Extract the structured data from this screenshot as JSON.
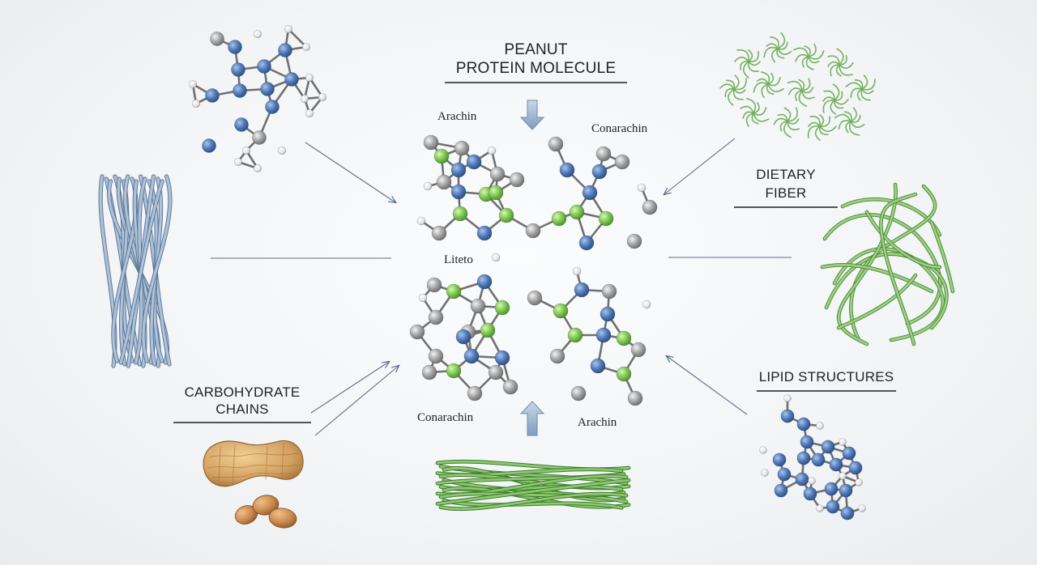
{
  "title": {
    "line1": "PEANUT",
    "line2": "PROTEIN MOLECULE"
  },
  "labels": {
    "arachin_top": "Arachin",
    "conarachin_top": "Conarachin",
    "liteto": "Liteto",
    "conarachin_bottom": "Conarachin",
    "arachin_bottom": "Arachin",
    "dietary_fiber": "DIETARY FIBER",
    "carbohydrate_line1": "CARBOHYDRATE",
    "carbohydrate_line2": "CHAINS",
    "lipid_structures": "LIPID STRUCTURES"
  },
  "colors": {
    "nitrogen_blue": "#4f78b8",
    "carbon_green": "#7cc64e",
    "gray_atom": "#9a9a9a",
    "hydrogen": "#e6e6e6",
    "bond": "#6f6f6f",
    "arrow": "#5a6f8c",
    "fiber_green": "#6aa85a",
    "carb_blue": "#8ea6c2",
    "peanut_shell": "#d9a866",
    "peanut_seed": "#c98a4e"
  },
  "icons": [
    "down-arrow-icon",
    "up-arrow-icon",
    "peanut-icon"
  ]
}
